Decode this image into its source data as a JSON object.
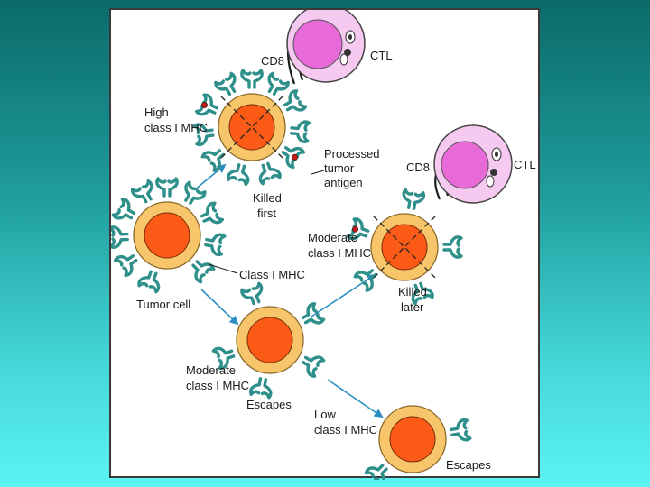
{
  "labels": {
    "cd8_top": "CD8",
    "ctl_top": "CTL",
    "high_mhc": [
      "High",
      "class I MHC"
    ],
    "processed": [
      "Processed",
      "tumor",
      "antigen"
    ],
    "killed_first": [
      "Killed",
      "first"
    ],
    "cd8_mid": "CD8",
    "ctl_mid": "CTL",
    "moderate_mhc_right": [
      "Moderate",
      "class I MHC"
    ],
    "class_i_mhc": "Class I MHC",
    "tumor_cell": "Tumor cell",
    "killed_later": [
      "Killed",
      "later"
    ],
    "moderate_mhc_bottom": [
      "Moderate",
      "class I MHC"
    ],
    "escapes_mid": "Escapes",
    "low_mhc": [
      "Low",
      "class I MHC"
    ],
    "escapes_bottom": "Escapes"
  },
  "colors": {
    "background_top": "#0b6a6a",
    "background_bottom": "#5cf3f3",
    "tumor_cytoplasm": "#f8c66a",
    "tumor_nucleus": "#fb5a17",
    "mhc": "#2f8f8a",
    "ctl_cytoplasm": "#f5c9f0",
    "ctl_nucleus": "#e86ad9",
    "arrow": "#2a8fc0",
    "antigen": "#c21818"
  },
  "icons": [
    "mhc-molecule-icon",
    "tumor-cell-icon",
    "ctl-cell-icon",
    "arrow-icon"
  ]
}
